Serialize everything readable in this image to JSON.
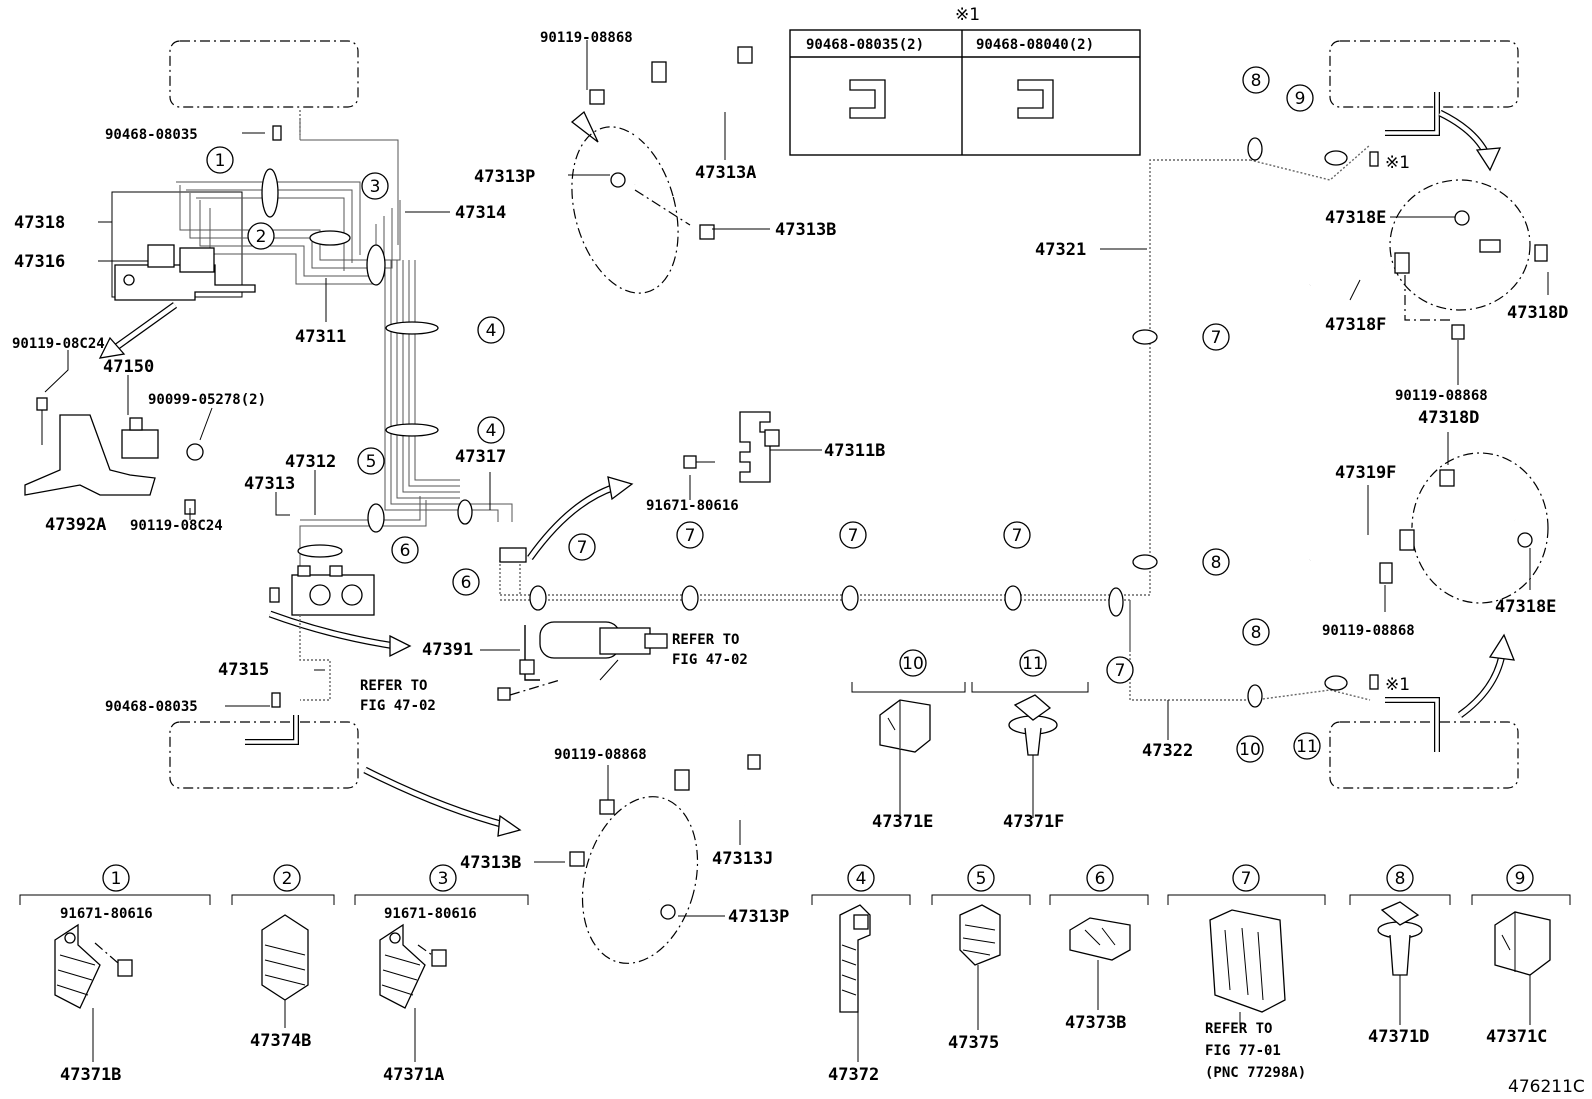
{
  "figure_code": "476211C",
  "ref_mark": "※1",
  "callouts": [
    {
      "id": "p1",
      "text": "90119-08868"
    },
    {
      "id": "p2",
      "text": "47313P"
    },
    {
      "id": "p3",
      "text": "47313A"
    },
    {
      "id": "p4",
      "text": "47313B"
    },
    {
      "id": "p5",
      "text": "90468-08035"
    },
    {
      "id": "p6",
      "text": "47318"
    },
    {
      "id": "p7",
      "text": "47316"
    },
    {
      "id": "p8",
      "text": "47314"
    },
    {
      "id": "p9",
      "text": "47311"
    },
    {
      "id": "p10",
      "text": "90119-08C24"
    },
    {
      "id": "p11",
      "text": "47150"
    },
    {
      "id": "p12",
      "text": "90099-05278(2)"
    },
    {
      "id": "p13",
      "text": "47392A"
    },
    {
      "id": "p14",
      "text": "90119-08C24"
    },
    {
      "id": "p15",
      "text": "47312"
    },
    {
      "id": "p16",
      "text": "47313"
    },
    {
      "id": "p17",
      "text": "47317"
    },
    {
      "id": "p18",
      "text": "47311B"
    },
    {
      "id": "p19",
      "text": "91671-80616"
    },
    {
      "id": "p20",
      "text": "47391"
    },
    {
      "id": "p21",
      "text": "47315"
    },
    {
      "id": "p22",
      "text": "90468-08035"
    },
    {
      "id": "p23",
      "text": "90119-08868"
    },
    {
      "id": "p24",
      "text": "47313B"
    },
    {
      "id": "p25",
      "text": "47313J"
    },
    {
      "id": "p26",
      "text": "47313P"
    },
    {
      "id": "p27",
      "text": "47321"
    },
    {
      "id": "p28",
      "text": "47322"
    },
    {
      "id": "p29",
      "text": "47318E"
    },
    {
      "id": "p30",
      "text": "47318F"
    },
    {
      "id": "p31",
      "text": "47318D"
    },
    {
      "id": "p32",
      "text": "90119-08868"
    },
    {
      "id": "p33",
      "text": "47318D"
    },
    {
      "id": "p34",
      "text": "47319F"
    },
    {
      "id": "p35",
      "text": "90119-08868"
    },
    {
      "id": "p36",
      "text": "47318E"
    },
    {
      "id": "p37",
      "text": "47371E"
    },
    {
      "id": "p38",
      "text": "47371F"
    }
  ],
  "refer_notes": [
    {
      "id": "r1",
      "line1": "REFER TO",
      "line2": "FIG 47-02"
    },
    {
      "id": "r2",
      "line1": "REFER TO",
      "line2": "FIG 47-02"
    }
  ],
  "grommet_table": {
    "mark": "※1",
    "col1": "90468-08035(2)",
    "col2": "90468-08040(2)"
  },
  "circled_refs": [
    "1",
    "2",
    "3",
    "4",
    "4",
    "5",
    "6",
    "6",
    "7",
    "7",
    "7",
    "7",
    "7",
    "7",
    "8",
    "8",
    "9",
    "8",
    "10",
    "11",
    "10",
    "11"
  ],
  "clip_groups": [
    {
      "num": "1",
      "part": "91671-80616",
      "label": "47371B"
    },
    {
      "num": "2",
      "label": "47374B"
    },
    {
      "num": "3",
      "part": "91671-80616",
      "label": "47371A"
    },
    {
      "num": "4",
      "label": "47372"
    },
    {
      "num": "5",
      "label": "47375"
    },
    {
      "num": "6",
      "label": "47373B"
    },
    {
      "num": "7",
      "note1": "REFER TO",
      "note2": "FIG 77-01",
      "note3": "(PNC 77298A)"
    },
    {
      "num": "8",
      "label": "47371D"
    },
    {
      "num": "9",
      "label": "47371C"
    }
  ]
}
